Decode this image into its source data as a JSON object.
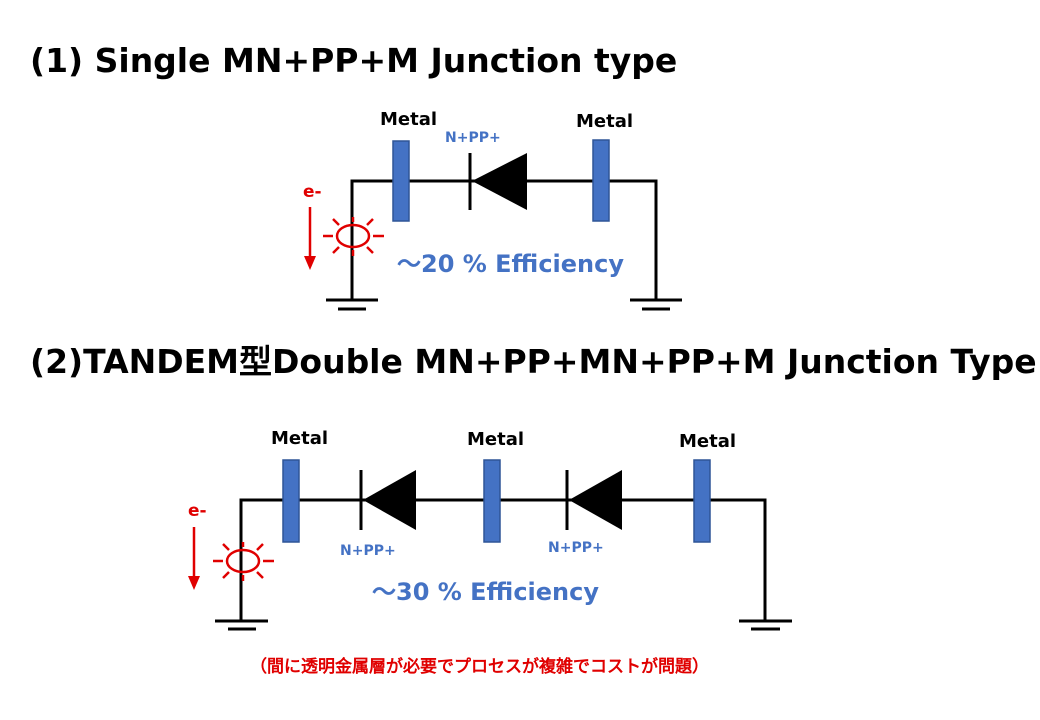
{
  "colors": {
    "metal_fill": "#4472c4",
    "metal_stroke": "#2f5597",
    "efficiency_text": "#4472c4",
    "junction_text": "#4472c4",
    "electron_red": "#e00000",
    "note_red": "#e00000",
    "wire": "#000000"
  },
  "icons": {
    "light_source": "sun-burst-icon",
    "diode": "diode-triangle-icon",
    "ground": "ground-symbol-icon",
    "electron_arrow": "down-arrow-icon"
  },
  "section1": {
    "title": "(1) Single MN+PP+M Junction type",
    "metal_left": "Metal",
    "metal_right": "Metal",
    "junction": "N+PP+",
    "electron": "e-",
    "efficiency": "～20 % Efficiency"
  },
  "section2": {
    "title": "(2)TANDEM型Double MN+PP+MN+PP+M Junction Type",
    "metal_1": "Metal",
    "metal_2": "Metal",
    "metal_3": "Metal",
    "junction_1": "N+PP+",
    "junction_2": "N+PP+",
    "electron": "e-",
    "efficiency": "～30 % Efficiency",
    "note": "（間に透明金属層が必要でプロセスが複雑でコストが問題）"
  }
}
